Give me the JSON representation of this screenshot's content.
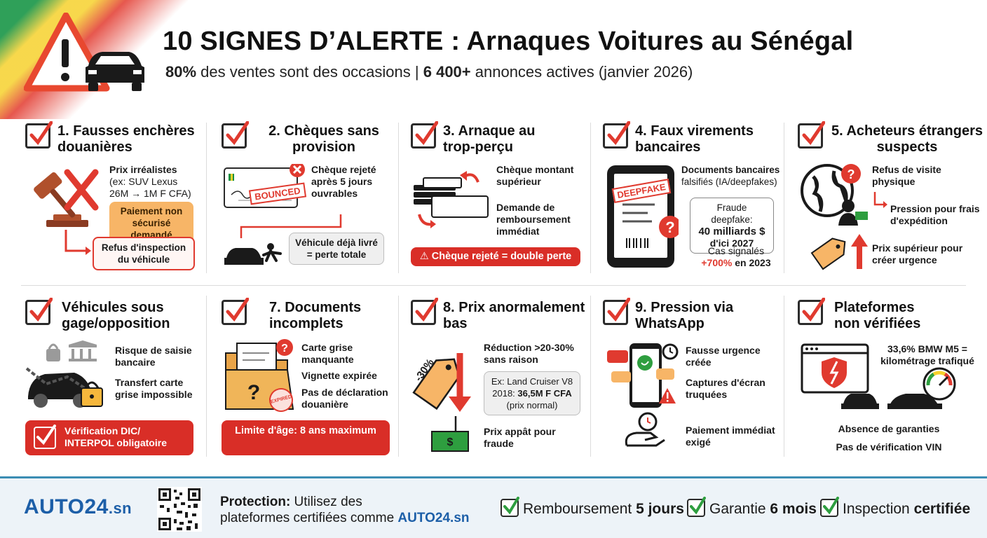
{
  "header": {
    "title": "10 SIGNES D’ALERTE : Arnaques Voitures au Sénégal",
    "sub_pct": "80%",
    "sub_text1": " des ventes sont des occasions | ",
    "sub_count": "6 400+",
    "sub_text2": " annonces actives (janvier 2026)"
  },
  "colors": {
    "accent_red": "#e03a2f",
    "accent_orange": "#f7b567",
    "brand_blue": "#1d5fa8",
    "check_red": "#e03a2f",
    "check_green": "#2e9e3f"
  },
  "cards": [
    {
      "title": "1. Fausses enchères douanières",
      "line1_a": "Prix irréalistes",
      "line1_b": "(ex: SUV Lexus",
      "line1_c": "26M → 1M F CFA)",
      "pill1": "Paiement non sécurisé demandé",
      "pill2": "Refus d'inspection du véhicule",
      "icon": "gavel-icon"
    },
    {
      "title": "2. Chèques sans provision",
      "line1": "Chèque rejeté après 5 jours ouvrables",
      "stamp": "BOUNCED",
      "pill1": "Véhicule déjà livré = perte totale",
      "icon": "cheque-icon"
    },
    {
      "title": "3. Arnaque au trop-perçu",
      "line1": "Chèque montant supérieur",
      "line2": "Demande de remboursement immédiat",
      "pill1": "Chèque rejeté = double perte",
      "icon": "cash-stack-icon"
    },
    {
      "title": "4. Faux virements bancaires",
      "line1_a": "Documents bancaires",
      "line1_b": "falsifiés (IA/deepfakes)",
      "box_a": "Fraude deepfake:",
      "box_b": "40 milliards $",
      "box_c": "d'ici 2027",
      "cas": "Cas signalés",
      "cas_pct": "+700%",
      "cas_year": " en 2023",
      "stamp": "DEEPFAKE",
      "icon": "tablet-icon"
    },
    {
      "title": "5. Acheteurs étrangers suspects",
      "line1": "Refus de visite physique",
      "line2": "Pression pour frais d'expédition",
      "line3": "Prix supérieur pour créer urgence",
      "icon": "globe-icon"
    },
    {
      "title": "Véhicules sous gage/opposition",
      "line1": "Risque de saisie bancaire",
      "line2": "Transfert carte grise impossible",
      "pill1": "Vérification DIC/ INTERPOL obligatoire",
      "icon": "chained-car-icon"
    },
    {
      "title": "7. Documents incomplets",
      "line1": "Carte grise manquante",
      "line2": "Vignette expirée",
      "line3": "Pas de déclaration douanière",
      "pill1": "Limite d'âge: 8 ans maximum",
      "stamp": "EXPIRED",
      "icon": "folder-icon"
    },
    {
      "title": "8. Prix anormalement bas",
      "line1": "Réduction >20-30% sans raison",
      "box_a": "Ex: Land Cruiser V8",
      "box_b": "2018: ",
      "box_b2": "36,5M F CFA",
      "box_c": "(prix normal)",
      "line2": "Prix appât pour fraude",
      "tag": "-30%",
      "icon": "price-tag-icon"
    },
    {
      "title": "9. Pression via WhatsApp",
      "line1": "Fausse urgence créée",
      "line2": "Captures d'écran truquées",
      "line3": "Paiement immédiat exigé",
      "icon": "whatsapp-phone-icon"
    },
    {
      "title": "Plateformes non vérifiées",
      "line1": "33,6% BMW M5 = kilométrage trafiqué",
      "line2": "Absence de garanties",
      "line3": "Pas de vérification VIN",
      "icon": "browser-shield-icon"
    }
  ],
  "footer": {
    "logo_main": "AUTO24",
    "logo_tld": ".sn",
    "prot_label": "Protection:",
    "prot_text1": " Utilisez des",
    "prot_text2": "plateformes certifiées comme ",
    "prot_brand": "AUTO24.sn",
    "b1_text": "Remboursement ",
    "b1_bold": "5 jours",
    "b2_text": "Garantie ",
    "b2_bold": "6 mois",
    "b3_text": "Inspection ",
    "b3_bold": "certifiée"
  }
}
